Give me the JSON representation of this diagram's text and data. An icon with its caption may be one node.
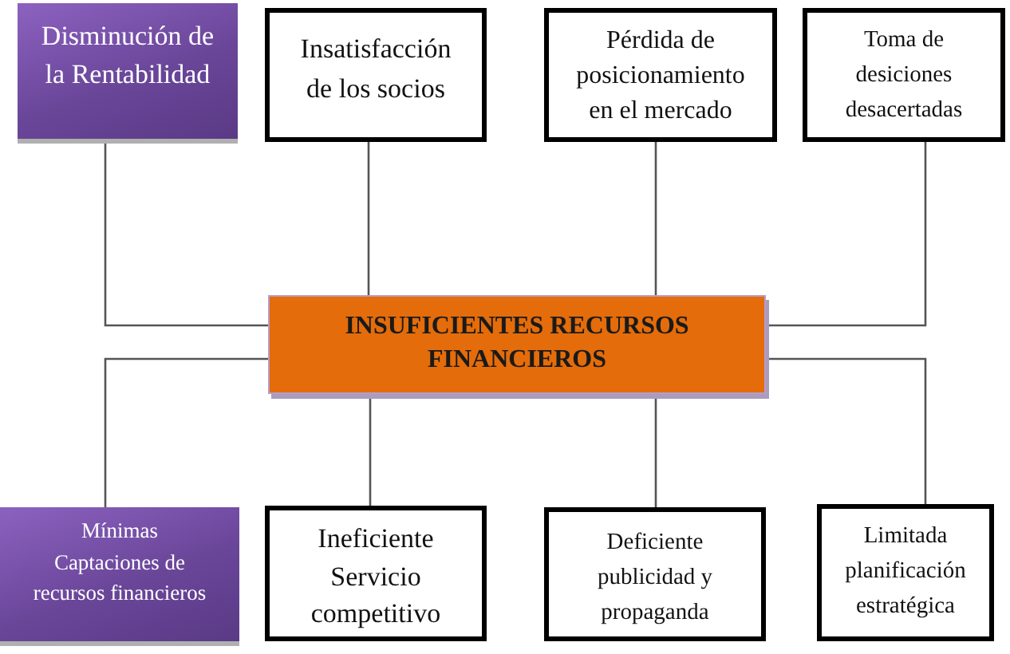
{
  "diagram": {
    "nodes": [
      {
        "text": [
          "Disminución de la Rentabilidad"
        ]
      },
      {
        "text": [
          "Insatisfacción de los socios"
        ]
      },
      {
        "text": [
          "Pérdida de posicionamiento en el mercado"
        ]
      },
      {
        "text": [
          "Toma de desiciones desacertadas"
        ]
      },
      {
        "text": [
          "INSUFICIENTES RECURSOS FINANCIEROS"
        ]
      },
      {
        "text": [
          "Mínimas Captaciones de recursos financieros"
        ]
      },
      {
        "text": [
          "Ineficiente Servicio competitivo"
        ]
      },
      {
        "text": [
          "Deficiente publicidad y propaganda"
        ]
      },
      {
        "text": [
          "Limitada planificación estratégica"
        ]
      }
    ],
    "edges": [
      {
        "from": 0,
        "to": 4,
        "arrow": "none"
      },
      {
        "from": 1,
        "to": 4,
        "arrow": "none"
      },
      {
        "from": 2,
        "to": 4,
        "arrow": "none"
      },
      {
        "from": 3,
        "to": 4,
        "arrow": "none"
      },
      {
        "from": 4,
        "to": 5,
        "arrow": "none"
      },
      {
        "from": 4,
        "to": 6,
        "arrow": "none"
      },
      {
        "from": 4,
        "to": 7,
        "arrow": "none"
      },
      {
        "from": 4,
        "to": 8,
        "arrow": "none"
      }
    ]
  }
}
